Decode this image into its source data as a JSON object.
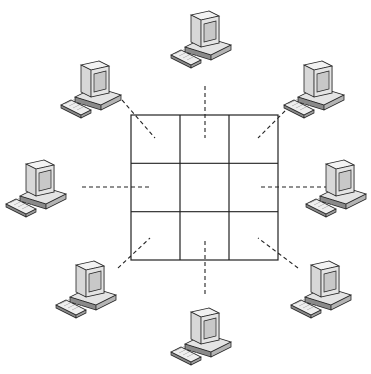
{
  "diagram": {
    "type": "network-topology",
    "grid": {
      "rows": 3,
      "cols": 3
    },
    "nodes": [
      {
        "id": "computer-top",
        "icon": "desktop-computer-icon",
        "position": "top"
      },
      {
        "id": "computer-top-left",
        "icon": "desktop-computer-icon",
        "position": "top-left"
      },
      {
        "id": "computer-top-right",
        "icon": "desktop-computer-icon",
        "position": "top-right"
      },
      {
        "id": "computer-left",
        "icon": "desktop-computer-icon",
        "position": "left"
      },
      {
        "id": "computer-right",
        "icon": "desktop-computer-icon",
        "position": "right"
      },
      {
        "id": "computer-bottom-left",
        "icon": "desktop-computer-icon",
        "position": "bottom-left"
      },
      {
        "id": "computer-bottom",
        "icon": "desktop-computer-icon",
        "position": "bottom"
      },
      {
        "id": "computer-bottom-right",
        "icon": "desktop-computer-icon",
        "position": "bottom-right"
      }
    ],
    "connections": [
      {
        "from": "computer-top",
        "to": "grid",
        "style": "dashed"
      },
      {
        "from": "computer-top-left",
        "to": "grid",
        "style": "dashed"
      },
      {
        "from": "computer-top-right",
        "to": "grid",
        "style": "dashed"
      },
      {
        "from": "computer-left",
        "to": "grid",
        "style": "dashed"
      },
      {
        "from": "computer-right",
        "to": "grid",
        "style": "dashed"
      },
      {
        "from": "computer-bottom-left",
        "to": "grid",
        "style": "dashed"
      },
      {
        "from": "computer-bottom",
        "to": "grid",
        "style": "dashed"
      },
      {
        "from": "computer-bottom-right",
        "to": "grid",
        "style": "dashed"
      }
    ],
    "colors": {
      "background": "#ffffff",
      "line": "#222222",
      "case_light": "#e4e4e4",
      "case_dark": "#8a8a8a",
      "screen": "#c8c8c8"
    }
  }
}
